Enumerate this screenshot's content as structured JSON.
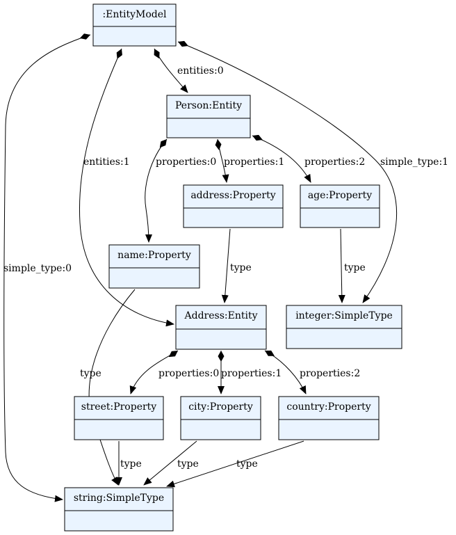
{
  "nodes": [
    {
      "id": "entity_model",
      "label": ":EntityModel"
    },
    {
      "id": "person",
      "label": "Person:Entity"
    },
    {
      "id": "address_prop",
      "label": "address:Property"
    },
    {
      "id": "age_prop",
      "label": "age:Property"
    },
    {
      "id": "name_prop",
      "label": "name:Property"
    },
    {
      "id": "address_entity",
      "label": "Address:Entity"
    },
    {
      "id": "integer_type",
      "label": "integer:SimpleType"
    },
    {
      "id": "street_prop",
      "label": "street:Property"
    },
    {
      "id": "city_prop",
      "label": "city:Property"
    },
    {
      "id": "country_prop",
      "label": "country:Property"
    },
    {
      "id": "string_type",
      "label": "string:SimpleType"
    }
  ],
  "edges": [
    {
      "id": "em_entities0",
      "from": "entity_model",
      "to": "person",
      "label": "entities:0",
      "kind": "composition"
    },
    {
      "id": "em_entities1",
      "from": "entity_model",
      "to": "address_entity",
      "label": "entities:1",
      "kind": "composition"
    },
    {
      "id": "em_simple0",
      "from": "entity_model",
      "to": "string_type",
      "label": "simple_type:0",
      "kind": "composition"
    },
    {
      "id": "em_simple1",
      "from": "entity_model",
      "to": "integer_type",
      "label": "simple_type:1",
      "kind": "composition"
    },
    {
      "id": "person_prop0",
      "from": "person",
      "to": "name_prop",
      "label": "properties:0",
      "kind": "composition"
    },
    {
      "id": "person_prop1",
      "from": "person",
      "to": "address_prop",
      "label": "properties:1",
      "kind": "composition"
    },
    {
      "id": "person_prop2",
      "from": "person",
      "to": "age_prop",
      "label": "properties:2",
      "kind": "composition"
    },
    {
      "id": "address_type",
      "from": "address_prop",
      "to": "address_entity",
      "label": "type",
      "kind": "reference"
    },
    {
      "id": "age_type",
      "from": "age_prop",
      "to": "integer_type",
      "label": "type",
      "kind": "reference"
    },
    {
      "id": "name_type",
      "from": "name_prop",
      "to": "string_type",
      "label": "type",
      "kind": "reference"
    },
    {
      "id": "ae_prop0",
      "from": "address_entity",
      "to": "street_prop",
      "label": "properties:0",
      "kind": "composition"
    },
    {
      "id": "ae_prop1",
      "from": "address_entity",
      "to": "city_prop",
      "label": "properties:1",
      "kind": "composition"
    },
    {
      "id": "ae_prop2",
      "from": "address_entity",
      "to": "country_prop",
      "label": "properties:2",
      "kind": "composition"
    },
    {
      "id": "street_type",
      "from": "street_prop",
      "to": "string_type",
      "label": "type",
      "kind": "reference"
    },
    {
      "id": "city_type",
      "from": "city_prop",
      "to": "string_type",
      "label": "type",
      "kind": "reference"
    },
    {
      "id": "country_type",
      "from": "country_prop",
      "to": "string_type",
      "label": "type",
      "kind": "reference"
    }
  ]
}
